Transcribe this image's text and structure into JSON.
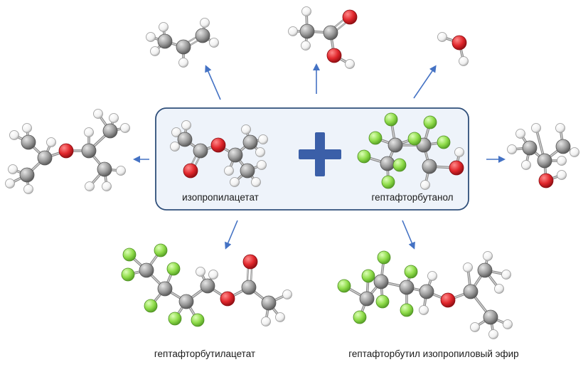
{
  "reactants": {
    "left": {
      "name": "изопропилацетат"
    },
    "right": {
      "name": "гептафторбутанол"
    },
    "operator": "+"
  },
  "products": [
    {
      "name": "гептафторбутилацетат"
    },
    {
      "name": "гептафторбутил изопропиловый эфир"
    }
  ],
  "colors": {
    "carbon": "#9a9a9a",
    "hydrogen": "#f4f4f4",
    "oxygen": "#e0262b",
    "fluorine": "#8fdc4a",
    "arrow": "#4472c4",
    "plus": "#3b5fa8",
    "box_border": "#2f4f7a",
    "box_fill": "#eef3fa"
  }
}
